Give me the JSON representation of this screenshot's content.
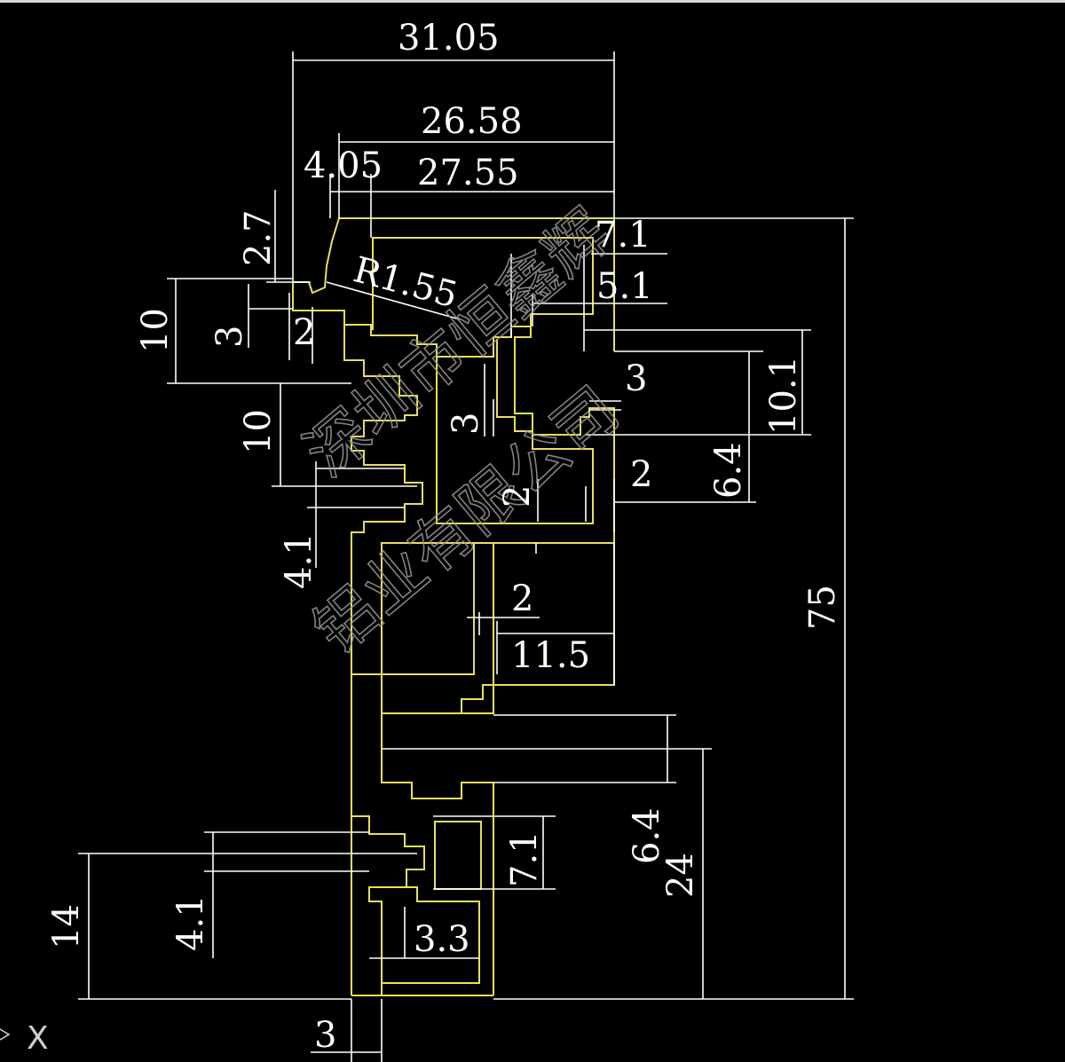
{
  "colors": {
    "background": "#000000",
    "profile": "#e8e05a",
    "dimension": "#ffffff",
    "watermark": "#9a9a9a"
  },
  "dimensions": {
    "d_31_05": "31.05",
    "d_26_58": "26.58",
    "d_4_05": "4.05",
    "d_27_55": "27.55",
    "d_7_1_top": "7.1",
    "d_5_1": "5.1",
    "d_2_7": "2.7",
    "d_r1_55": "R1.55",
    "d_10_a": "10",
    "d_3_a": "3",
    "d_2_a": "2",
    "d_3_right": "3",
    "d_10_1": "10.1",
    "d_3_mid": "3",
    "d_10_b": "10",
    "d_2_mid": "2",
    "d_2_right": "2",
    "d_6_4_a": "6.4",
    "d_4_1_a": "4.1",
    "d_2_lower": "2",
    "d_11_5": "11.5",
    "d_75": "75",
    "d_6_4_b": "6.4",
    "d_24": "24",
    "d_7_1_bottom": "7.1",
    "d_14": "14",
    "d_4_1_b": "4.1",
    "d_3_3": "3.3",
    "d_3_bottom": "3"
  },
  "watermark": {
    "line1": "深圳市恒鑫辉",
    "line2": "铝业有限公司"
  },
  "ucs_icon": {
    "axis": "X"
  }
}
